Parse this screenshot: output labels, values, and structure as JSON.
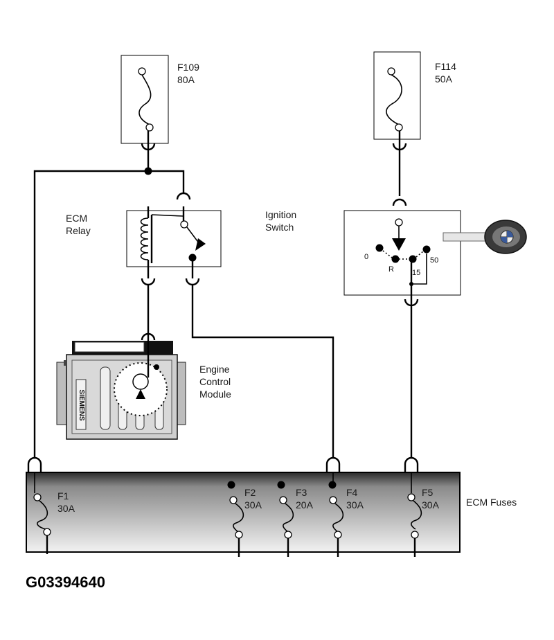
{
  "fuses_top": [
    {
      "name": "F109",
      "rating": "80A"
    },
    {
      "name": "F114",
      "rating": "50A"
    }
  ],
  "components": {
    "ecm_relay": [
      "ECM",
      "Relay"
    ],
    "ignition_switch": [
      "Ignition",
      "Switch"
    ],
    "ecm": [
      "Engine",
      "Control",
      "Module"
    ],
    "ecm_brand": "SIEMENS"
  },
  "switch_positions": [
    "0",
    "R",
    "15",
    "50"
  ],
  "ecm_fuses": {
    "label": "ECM Fuses",
    "fuses": [
      {
        "name": "F1",
        "rating": "30A"
      },
      {
        "name": "F2",
        "rating": "30A"
      },
      {
        "name": "F3",
        "rating": "20A"
      },
      {
        "name": "F4",
        "rating": "30A"
      },
      {
        "name": "F5",
        "rating": "30A"
      }
    ]
  },
  "figure_code": "G03394640",
  "colors": {
    "box_gradient_top": "#2a2a2a",
    "box_gradient_bottom": "#f2f2f2",
    "ecm_body": "#cfcfcf"
  }
}
